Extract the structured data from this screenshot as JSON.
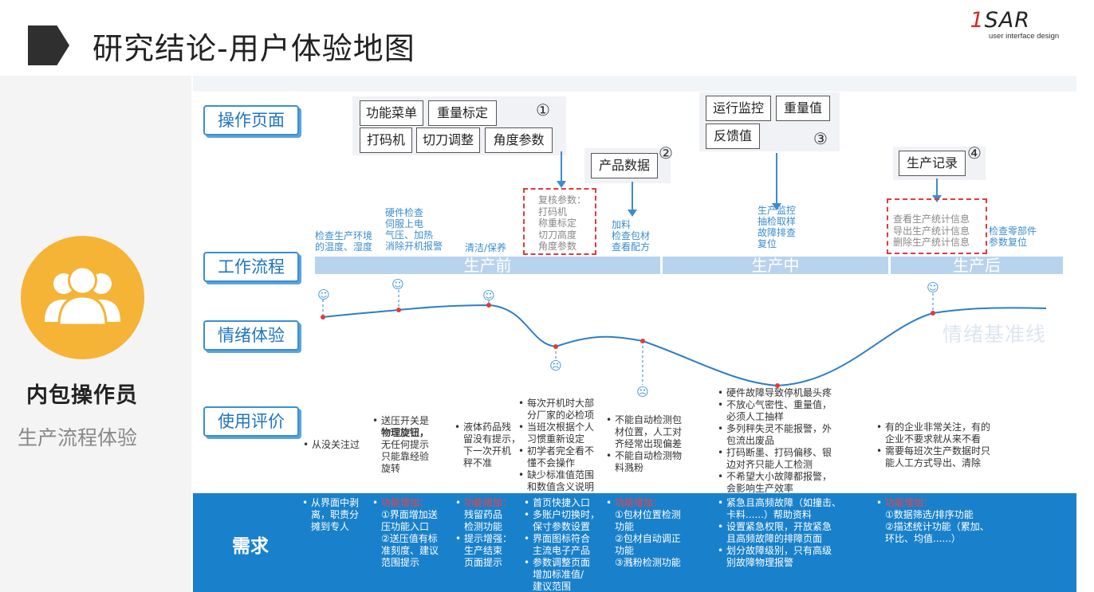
{
  "title": "研究结论-用户体验地图",
  "logo": {
    "one": "1",
    "mark": "SAR",
    "tagline": "user interface design"
  },
  "persona": {
    "name": "内包操作员",
    "subtitle": "生产流程体验"
  },
  "sections": {
    "pages": "操作页面",
    "workflow": "工作流程",
    "emotion": "情绪体验",
    "evaluation": "使用评价",
    "needs": "需求"
  },
  "page_groups": [
    {
      "num": "①",
      "buttons": [
        "功能菜单",
        "重量标定",
        "打码机",
        "切刀调整",
        "角度参数"
      ]
    },
    {
      "num": "②",
      "buttons": [
        "产品数据"
      ]
    },
    {
      "num": "③",
      "buttons": [
        "运行监控",
        "重量值",
        "反馈值"
      ]
    },
    {
      "num": "④",
      "buttons": [
        "生产记录"
      ]
    }
  ],
  "workflow_tasks": {
    "t1": [
      "检查生产环境",
      "的温度、湿度"
    ],
    "t2": [
      "硬件检查",
      "伺服上电",
      "气压、加热",
      "消除开机报警"
    ],
    "t3": [
      "清洁/保养"
    ],
    "t4": [
      "复核参数：",
      "打码机",
      "称重标定",
      "切刀高度",
      "角度参数"
    ],
    "t5": [
      "加料",
      "检查包材",
      "查看配方"
    ],
    "t6": [
      "生产监控",
      "抽检取样",
      "故障排查",
      "复位"
    ],
    "t7": [
      "查看生产统计信息",
      "导出生产统计信息",
      "删除生产统计信息"
    ],
    "t8": [
      "检查零部件",
      "参数复位"
    ]
  },
  "stages": [
    "生产前",
    "生产中",
    "生产后"
  ],
  "emotion_baseline": "情绪基准线",
  "emotion_faces": [
    "☺",
    "☺",
    "☺",
    "☹",
    "☹",
    "☺"
  ],
  "evaluations": {
    "e1": [
      "从没关注过"
    ],
    "e2": [
      "送压开关是",
      "物理旋钮，",
      "无任何提示",
      "只能靠经验",
      "旋转"
    ],
    "e3": [
      "液体药品残",
      "留没有提示，",
      "下一次开机",
      "秤不准"
    ],
    "e4": [
      [
        "每次开机时大部",
        "分厂家的必检项"
      ],
      [
        "当班次根据个人",
        "习惯重新设定"
      ],
      [
        "初学者完全看不",
        "懂不会操作"
      ],
      [
        "缺少标准值范围",
        "和数值含义说明"
      ]
    ],
    "e5": [
      [
        "不能自动检测包",
        "材位置，人工对",
        "齐经常出现偏差"
      ],
      [
        "不能自动检测物",
        "料溅粉"
      ]
    ],
    "e6": [
      [
        "硬件故障导致停机最头疼"
      ],
      [
        "不放心气密性、重量值，",
        "必须人工抽样"
      ],
      [
        "多列秤失灵不能报警，外",
        "包流出废品"
      ],
      [
        "打码断墨、打码偏移、银",
        "边对齐只能人工检测"
      ],
      [
        "不希望大小故障都报警，",
        "会影响生产效率"
      ]
    ],
    "e7": [
      [
        "有的企业非常关注，有的",
        "企业不要求就从来不看"
      ],
      [
        "需要每班次生产数据时只",
        "能人工方式导出、清除"
      ]
    ]
  },
  "needs": {
    "n1": [
      "从界面中剥",
      "离，职责分",
      "摊到专人"
    ],
    "n2": {
      "head": "功能增加：",
      "lines": [
        "①界面增加送",
        "压功能入口",
        "②送压值有标",
        "准刻度、建议",
        "范围提示"
      ]
    },
    "n3": {
      "head": "功能增加：",
      "lines": [
        "残留药品",
        "检测功能"
      ],
      "head2": "提示增强：",
      "lines2": [
        "生产结束",
        "页面提示"
      ]
    },
    "n4": [
      [
        "首页快捷入口"
      ],
      [
        "多账户切换时，",
        "保寸参数设置"
      ],
      [
        "界面图标符合",
        "主流电子产品"
      ],
      [
        "参数调整页面",
        "增加标准值/",
        "建议范围"
      ]
    ],
    "n5": {
      "head": "功能增加：",
      "lines": [
        "①包材位置检测",
        "功能",
        "②包材自动调正",
        "功能",
        "③溅粉检测功能"
      ]
    },
    "n6": [
      [
        "紧急且高频故障（如撞击、",
        "卡料......）帮助资料"
      ],
      [
        "设置紧急权限，开放紧急",
        "且高频故障的排障页面"
      ],
      [
        "划分故障级别，只有高级",
        "别故障物理报警"
      ]
    ],
    "n7": {
      "head": "功能增加：",
      "lines": [
        "①数据筛选/排序功能",
        "②描述统计功能（累加、",
        "环比、均值......）"
      ]
    }
  },
  "colors": {
    "accent": "#1981cb",
    "label_blue": "#3a8fd0",
    "persona": "#f5b436",
    "alert_red": "#e23a3a"
  }
}
